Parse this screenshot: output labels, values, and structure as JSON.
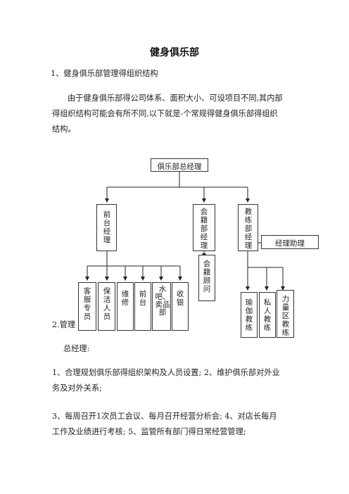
{
  "title": "健身俱乐部",
  "section1": "1、健身俱乐部管理得组织结构",
  "intro": [
    "由于健身俱乐部得公司体系、面积大小、可设项目不同,其内部",
    "得组织结构可能会有所不同,以下就是-个常规得健身俱乐部得组织",
    "结构。"
  ],
  "org": {
    "top": "俱乐部总经理",
    "front_manager": "前台经理",
    "member_manager": "会籍部经理",
    "coach_manager": "教练部经理",
    "assistant": "经理助理",
    "member_consultant": "会籍顾问",
    "staff": [
      "客服专员",
      "保洁人员",
      "维修",
      "前台",
      "水吧、卖品部",
      "收银"
    ],
    "coaches": [
      "瑜伽教练",
      "私人教练",
      "力量区教练"
    ]
  },
  "section2": "2.管理",
  "gm_label": "总经理:",
  "duties": [
    "1、合理规划俱乐部得组织架构及人员设置;   2、维护俱乐部对外业",
    "务及对外关系;",
    " 3、每周召开1次员工会议、每月召开经营分析会;  4、对店长每月",
    "工作及业绩进行考核;  5、监管所有部门得日常经营管理;"
  ]
}
